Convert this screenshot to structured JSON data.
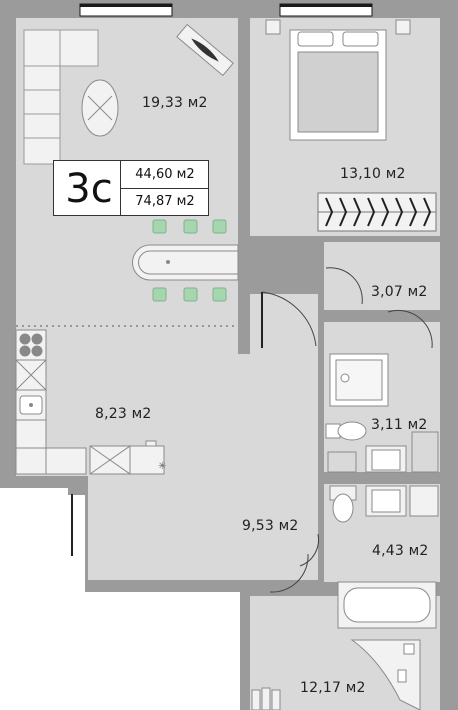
{
  "apartment": {
    "type": "3с",
    "living_area": "44,60 м2",
    "total_area": "74,87 м2"
  },
  "rooms": [
    {
      "id": "living-room",
      "area": "19,33 м2"
    },
    {
      "id": "bedroom",
      "area": "13,10 м2"
    },
    {
      "id": "closet",
      "area": "3,07 м2"
    },
    {
      "id": "kitchen",
      "area": "8,23 м2"
    },
    {
      "id": "bathroom-1",
      "area": "3,11 м2"
    },
    {
      "id": "hallway",
      "area": "9,53 м2"
    },
    {
      "id": "bathroom-2",
      "area": "4,43 м2"
    },
    {
      "id": "room-bottom",
      "area": "12,17 м2"
    }
  ],
  "colors": {
    "floor": "#d9d9d9",
    "wall": "#9b9b9b",
    "furniture": "#f2f2f2",
    "plant": "#a6d6b0",
    "window": "#1a1a1a"
  }
}
